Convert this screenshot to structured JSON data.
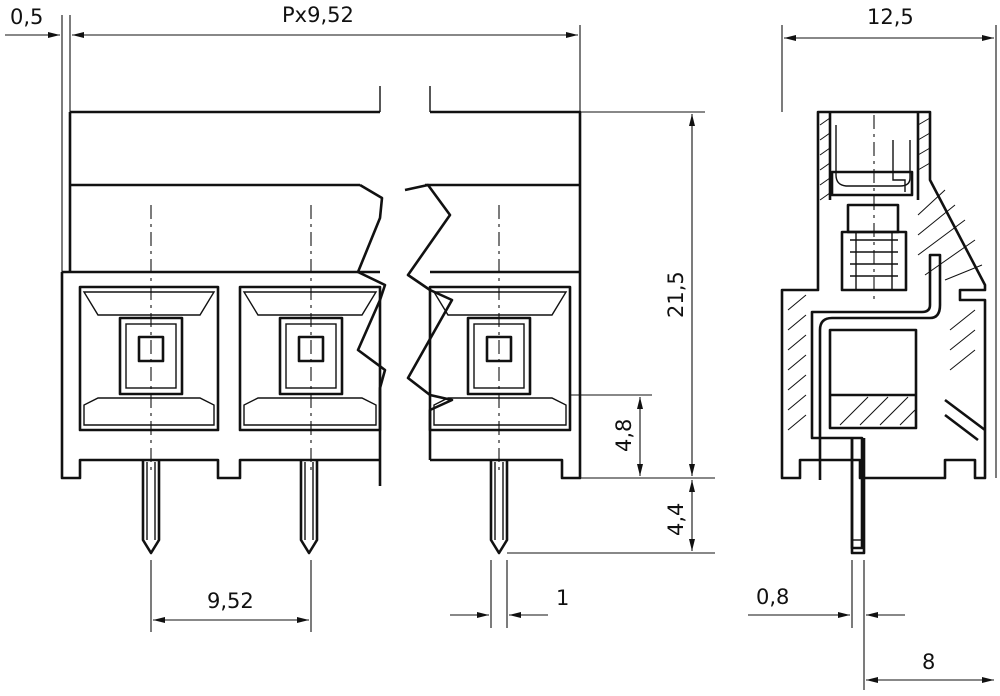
{
  "front_view": {
    "dimensions": {
      "offset": "0,5",
      "width": "Px9,52",
      "pitch": "9,52",
      "pin_width": "1",
      "height": "21,5",
      "level": "4,8",
      "pin_length": "4,4"
    }
  },
  "side_view": {
    "dimensions": {
      "width": "12,5",
      "pin_thickness": "0,8",
      "pin_offset": "8"
    }
  }
}
